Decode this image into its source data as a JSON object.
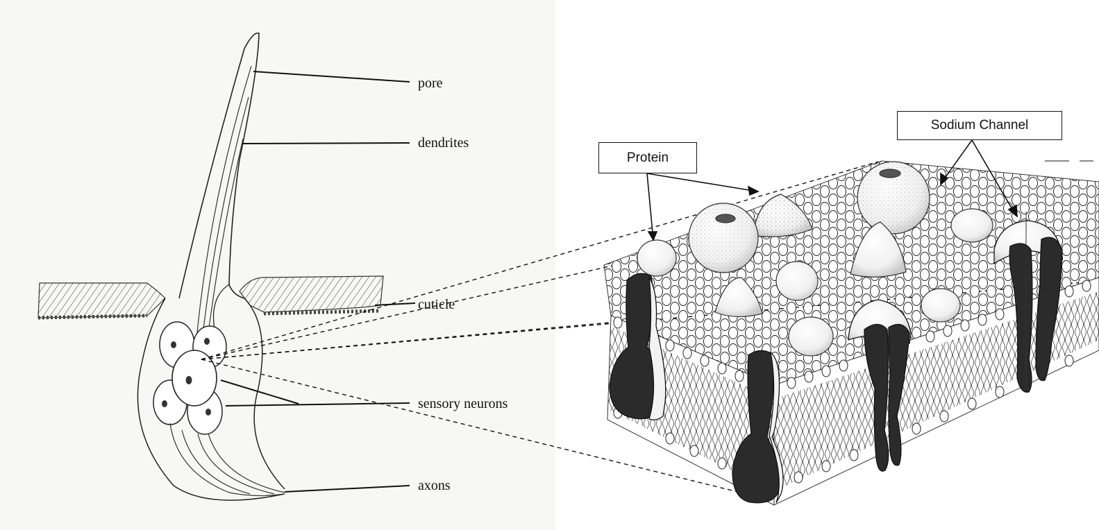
{
  "sensillum": {
    "labels": {
      "pore": "pore",
      "dendrites": "dendrites",
      "cuticle": "cuticle",
      "sensory_neurons": "sensory neurons",
      "axons": "axons"
    }
  },
  "membrane": {
    "labels": {
      "protein": "Protein",
      "sodium_channel": "Sodium Channel"
    }
  }
}
